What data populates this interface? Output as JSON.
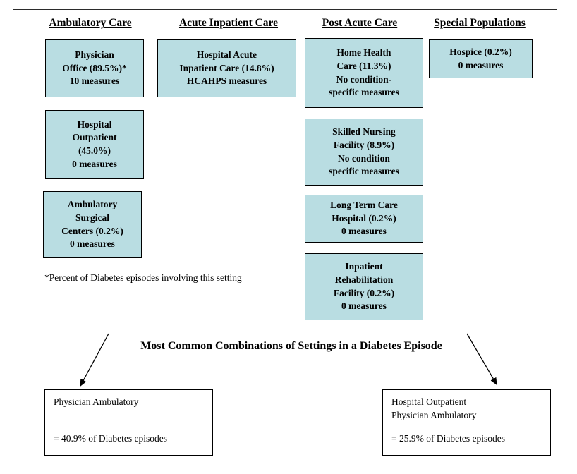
{
  "panel": {
    "columns": [
      {
        "header": "Ambulatory Care"
      },
      {
        "header": "Acute Inpatient Care"
      },
      {
        "header": "Post Acute Care"
      },
      {
        "header": "Special Populations"
      }
    ],
    "boxes": {
      "physician_office": "Physician\nOffice (89.5%)*\n10 measures",
      "hospital_outpatient": "Hospital\nOutpatient\n(45.0%)\n0 measures",
      "ambulatory_surgical": "Ambulatory\nSurgical\nCenters (0.2%)\n0 measures",
      "hospital_acute": "Hospital Acute\nInpatient Care (14.8%)\nHCAHPS measures",
      "home_health": "Home Health\nCare (11.3%)\nNo condition-\nspecific measures",
      "skilled_nursing": "Skilled Nursing\nFacility (8.9%)\nNo condition\nspecific measures",
      "long_term_care": "Long Term Care\nHospital (0.2%)\n0 measures",
      "inpatient_rehab": "Inpatient\nRehabilitation\nFacility (0.2%)\n0 measures",
      "hospice": "Hospice (0.2%)\n0 measures"
    },
    "footnote": "*Percent of Diabetes episodes involving this setting"
  },
  "combinations": {
    "title": "Most Common Combinations of Settings in a Diabetes Episode",
    "left": {
      "settings": "Physician Ambulatory",
      "share": "= 40.9% of Diabetes episodes"
    },
    "right": {
      "settings": "Hospital Outpatient\nPhysician Ambulatory",
      "share": "= 25.9% of Diabetes episodes"
    }
  },
  "colors": {
    "box_fill": "#b9dde2",
    "box_border": "#000000"
  }
}
